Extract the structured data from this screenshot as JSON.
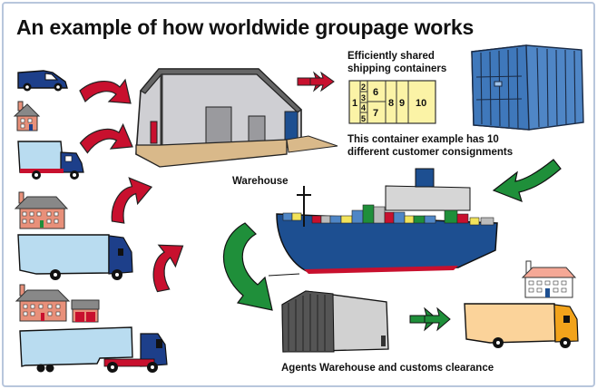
{
  "title": "An example of how worldwide groupage works",
  "labels": {
    "shared_containers": [
      "Efficiently shared",
      "shipping containers"
    ],
    "container_example": [
      "This container example has 10",
      "different customer consignments"
    ],
    "warehouse": "Warehouse",
    "agents_warehouse": "Agents Warehouse and customs clearance"
  },
  "consignments": [
    "1",
    "2",
    "3",
    "4",
    "5",
    "6",
    "7",
    "8",
    "9",
    "10"
  ],
  "icons": [
    "van-icon",
    "house-icon",
    "box-truck-icon",
    "rigid-truck-icon",
    "articulated-lorry-icon",
    "warehouse-icon",
    "shipping-container-icon",
    "container-ship-icon",
    "agent-warehouse-icon",
    "delivery-truck-icon",
    "arrow-icon"
  ],
  "colors": {
    "red_arrow": "#c8102e",
    "green_arrow": "#1f8f3a",
    "container_blue": "#4f86c6",
    "ship_hull": "#1d4f91",
    "consignment_fill": "#fbf3a6",
    "delivery_truck": "#fbd39a"
  }
}
